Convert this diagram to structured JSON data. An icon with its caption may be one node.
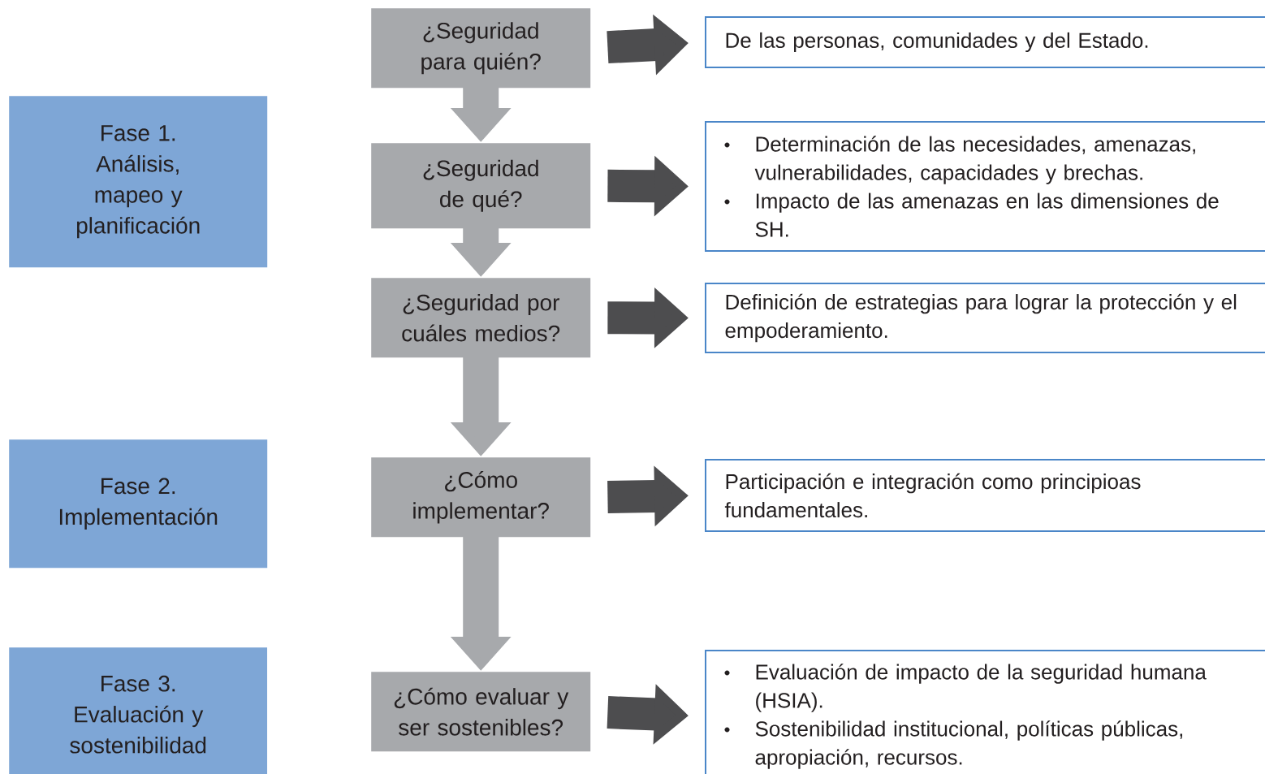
{
  "diagram": {
    "nodes": [
      {
        "text": [
          "Fase 1.",
          "Análisis, mapeo y planificación"
        ]
      },
      {
        "text": [
          "Fase 2.",
          "Implementación"
        ]
      },
      {
        "text": [
          "Fase 3.",
          "Evaluación y sostenibilidad"
        ]
      },
      {
        "text": [
          "¿Seguridad para quién?"
        ]
      },
      {
        "text": [
          "¿Seguridad de qué?"
        ]
      },
      {
        "text": [
          "¿Seguridad por cuáles medios?"
        ]
      },
      {
        "text": [
          "¿Cómo implementar?"
        ]
      },
      {
        "text": [
          "¿Cómo evaluar y ser sostenibles?"
        ]
      },
      {
        "text": [
          "De las personas, comunidades y del Estado."
        ]
      },
      {
        "text": [
          "Determinación de las necesidades, amenazas, vulnerabilidades, capacidades y brechas.",
          "Impacto de las amenazas en las dimensiones de SH."
        ]
      },
      {
        "text": [
          "Definición de estrategias para lograr la protección y el empoderamiento."
        ]
      },
      {
        "text": [
          "Participación e integración como principioas fundamentales."
        ]
      },
      {
        "text": [
          "Evaluación de impacto de la seguridad humana (HSIA).",
          "Sostenibilidad institucional, políticas públicas, apropiación, recursos."
        ]
      }
    ],
    "edges": [
      {
        "from": 3,
        "to": 8,
        "arrow": "to"
      },
      {
        "from": 3,
        "to": 4,
        "arrow": "to",
        "color": "#a7a9ac"
      },
      {
        "from": 4,
        "to": 9,
        "arrow": "to"
      },
      {
        "from": 4,
        "to": 5,
        "arrow": "to",
        "color": "#a7a9ac"
      },
      {
        "from": 5,
        "to": 10,
        "arrow": "to"
      },
      {
        "from": 5,
        "to": 6,
        "arrow": "to",
        "color": "#a7a9ac"
      },
      {
        "from": 6,
        "to": 11,
        "arrow": "to"
      },
      {
        "from": 6,
        "to": 7,
        "arrow": "to",
        "color": "#a7a9ac"
      },
      {
        "from": 7,
        "to": 12,
        "arrow": "to"
      }
    ]
  }
}
